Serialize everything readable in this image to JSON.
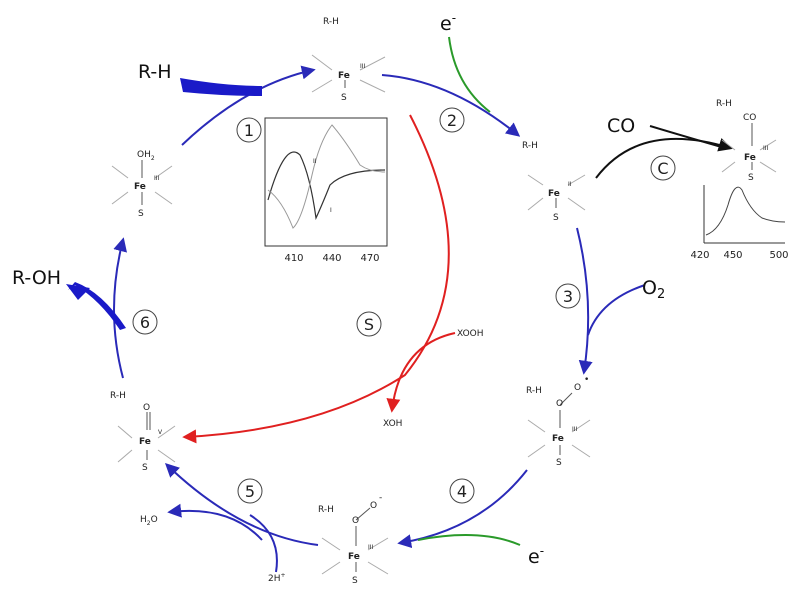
{
  "labels": {
    "rh_top": "R-H",
    "rh_big": "R-H",
    "e_top": "e",
    "e_minus": "-",
    "co_big": "CO",
    "o2_big": "O",
    "o2_sub": "2",
    "roh_big": "R-OH",
    "e_bottom": "e",
    "xooh": "XOOH",
    "xoh": "XOH",
    "h2o_h": "H",
    "h2o_sub": "2",
    "h2o_o": "O",
    "two_h": "2H",
    "two_h_sup": "+",
    "fe": "Fe",
    "s": "S",
    "rh": "R-H",
    "oh2": "OH",
    "oh2_sub": "2",
    "co_small": "CO",
    "o": "O",
    "radical_dot": "•",
    "ox_III": "III",
    "ox_II": "II",
    "ox_V": "V"
  },
  "steps": [
    "1",
    "2",
    "3",
    "4",
    "5",
    "6",
    "C",
    "S"
  ],
  "colors": {
    "main_cycle": "#2a2ab8",
    "shunt": "#e02020",
    "electron": "#2a9a2a",
    "co_binding": "#111111"
  },
  "inset_spectrum": {
    "x_ticks": [
      "410",
      "440",
      "470"
    ],
    "curve_labels": [
      "II",
      "I"
    ]
  },
  "co_spectrum": {
    "x_ticks": [
      "420",
      "450",
      "500"
    ]
  }
}
